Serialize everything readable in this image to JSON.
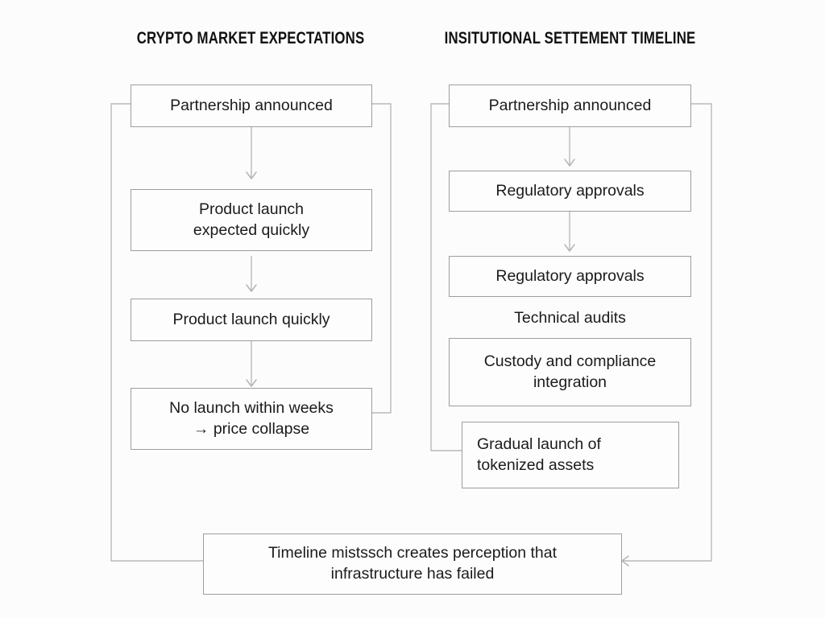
{
  "columns": {
    "left_title": "CRYPTO MARKET EXPECTATIONS",
    "right_title": "INSITUTIONAL SETTEMENT TIMELINE"
  },
  "left_column": {
    "nodes": [
      {
        "label": "Partnership announced"
      },
      {
        "label": "Product launch\nexpected quickly"
      },
      {
        "label": "Product launch quickly"
      },
      {
        "label": "No launch within weeks\n→ price collapse"
      }
    ]
  },
  "right_column": {
    "nodes": [
      {
        "label": "Partnership announced"
      },
      {
        "label": "Regulatory approvals"
      },
      {
        "label": "Regulatory approvals"
      },
      {
        "label": "Technical audits"
      },
      {
        "label": "Custody and compliance\nintegration"
      },
      {
        "label": "Gradual launch of\ntokenized assets"
      }
    ]
  },
  "outcome": {
    "label": "Timeline mistssch creates perception that\ninfrastructure has failed"
  },
  "colors": {
    "background": "#fcfcfc",
    "node_border": "#9d9d9d",
    "node_fill": "#fdfdfd",
    "connector": "#b9b9b9",
    "text": "#1b1b1b",
    "title_text": "#111111"
  }
}
